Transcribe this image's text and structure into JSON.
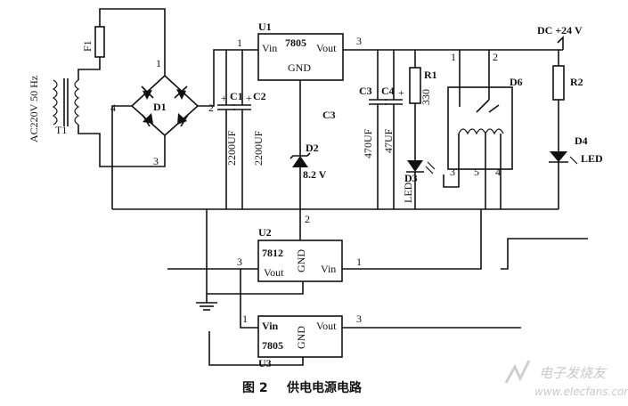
{
  "power_in": {
    "label": "AC220V 50 Hz",
    "transformer": "T1",
    "fuse": "F1",
    "bridge": "D1"
  },
  "bridge_pins": {
    "p1": "1",
    "p3": "3",
    "p4": "4",
    "p2": "2"
  },
  "caps": {
    "c1": "C1",
    "c1_val": "2200UF",
    "c2": "C2",
    "c2_val": "2200UF",
    "c3": "C3",
    "c3_val": "470UF",
    "c4": "C4",
    "c4_val": "47UF",
    "c3_mid": "C3"
  },
  "u1": {
    "ref": "U1",
    "part": "7805",
    "vin": "Vin",
    "gnd": "GND",
    "vout": "Vout",
    "pin1": "1",
    "pin3": "3"
  },
  "d2": {
    "ref": "D2",
    "val": "8.2 V",
    "pin2": "2"
  },
  "dc_label": "DC +24 V",
  "r1": {
    "ref": "R1",
    "val": "330"
  },
  "d3": {
    "ref": "D3",
    "val": "LED"
  },
  "relay": {
    "ref": "D6",
    "p1": "1",
    "p2": "2",
    "p3": "3",
    "p4": "4",
    "p5": "5"
  },
  "r2": {
    "ref": "R2"
  },
  "d4": {
    "ref": "D4",
    "val": "LED"
  },
  "u2": {
    "ref": "U2",
    "part": "7812",
    "gnd": "GND",
    "vout": "Vout",
    "vin": "Vin",
    "pin1": "1",
    "pin2": "2",
    "pin3": "3"
  },
  "u3": {
    "ref": "U3",
    "part": "7805",
    "vin": "Vin",
    "gnd": "GND",
    "vout": "Vout",
    "pin1": "1",
    "pin3": "3"
  },
  "caption": {
    "fig": "图 2",
    "title": "供电电源电路"
  },
  "watermark": {
    "line1": "电子发烧友",
    "line2": "www.elecfans.com"
  }
}
